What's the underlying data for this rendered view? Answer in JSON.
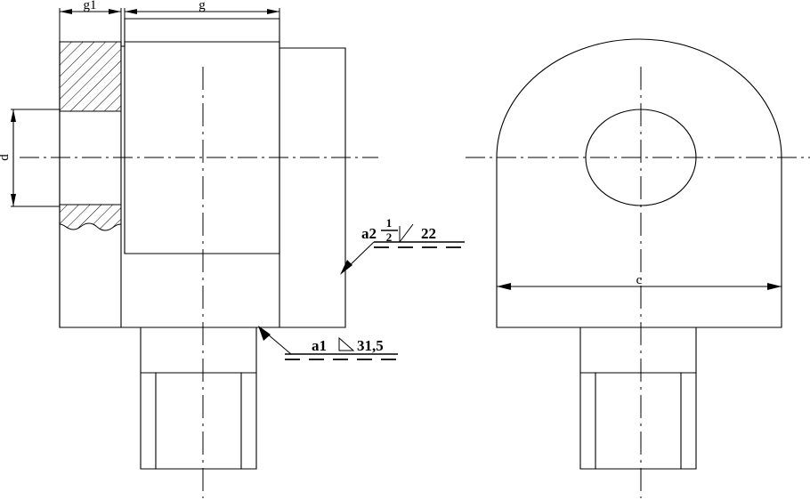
{
  "drawing": {
    "title": "Mechanical part orthographic drawing",
    "background_color": "#ffffff",
    "line_color": "#000000"
  },
  "dimensions": {
    "g1": "g1",
    "g": "g",
    "d": "d",
    "c": "c"
  },
  "annotations": {
    "note_upper": {
      "prefix": "a2",
      "fraction_numerator": "1",
      "fraction_denominator": "2",
      "symbol": "surface-finish-tick",
      "value": "22"
    },
    "note_lower": {
      "prefix": "a1",
      "symbol": "flatness-triangle",
      "value": "31,5"
    }
  },
  "views": {
    "left": {
      "name": "section-view",
      "features": [
        "hatched-section-upper",
        "hatched-section-lower-with-break",
        "bore-outline",
        "body-rectangle",
        "flange-rectangle",
        "stem-rectangle",
        "horizontal-centerline",
        "vertical-centerline"
      ]
    },
    "right": {
      "name": "front-view",
      "features": [
        "semicircular-top-arc",
        "circular-hole",
        "body-rectangle",
        "stem-rectangle",
        "horizontal-centerline",
        "vertical-centerline",
        "width-dimension"
      ]
    }
  }
}
